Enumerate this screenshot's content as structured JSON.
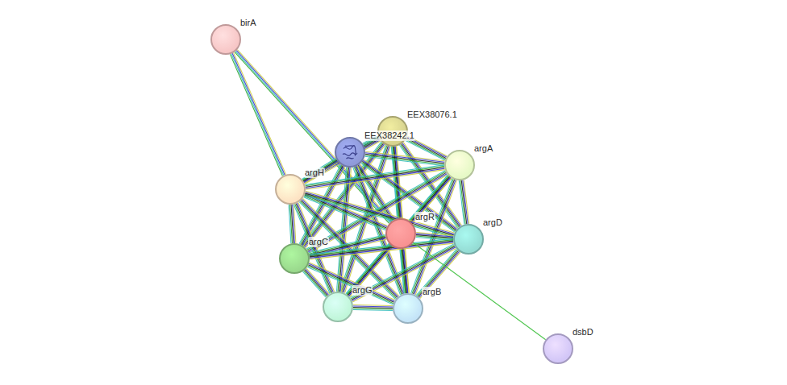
{
  "diagram": {
    "nodes": [
      {
        "text": [
          "birA"
        ]
      },
      {
        "text": [
          "EEX38076.1"
        ]
      },
      {
        "text": [
          "EEX38242.1"
        ]
      },
      {
        "text": [
          "argA"
        ]
      },
      {
        "text": [
          "argH"
        ]
      },
      {
        "text": [
          "argR"
        ]
      },
      {
        "text": [
          "argD"
        ]
      },
      {
        "text": [
          "argC"
        ]
      },
      {
        "text": [
          "argG"
        ]
      },
      {
        "text": [
          "argB"
        ]
      },
      {
        "text": [
          "dsbD"
        ]
      }
    ],
    "edges": [
      {
        "from": 0,
        "to": 4,
        "arrow": "none"
      },
      {
        "from": 0,
        "to": 5,
        "arrow": "none"
      },
      {
        "from": 1,
        "to": 2,
        "arrow": "none"
      },
      {
        "from": 1,
        "to": 3,
        "arrow": "none"
      },
      {
        "from": 1,
        "to": 4,
        "arrow": "none"
      },
      {
        "from": 1,
        "to": 5,
        "arrow": "none"
      },
      {
        "from": 1,
        "to": 6,
        "arrow": "none"
      },
      {
        "from": 1,
        "to": 7,
        "arrow": "none"
      },
      {
        "from": 1,
        "to": 8,
        "arrow": "none"
      },
      {
        "from": 1,
        "to": 9,
        "arrow": "none"
      },
      {
        "from": 2,
        "to": 3,
        "arrow": "none"
      },
      {
        "from": 2,
        "to": 4,
        "arrow": "none"
      },
      {
        "from": 2,
        "to": 5,
        "arrow": "none"
      },
      {
        "from": 2,
        "to": 6,
        "arrow": "none"
      },
      {
        "from": 2,
        "to": 7,
        "arrow": "none"
      },
      {
        "from": 2,
        "to": 8,
        "arrow": "none"
      },
      {
        "from": 2,
        "to": 9,
        "arrow": "none"
      },
      {
        "from": 3,
        "to": 4,
        "arrow": "none"
      },
      {
        "from": 3,
        "to": 5,
        "arrow": "none"
      },
      {
        "from": 3,
        "to": 6,
        "arrow": "none"
      },
      {
        "from": 3,
        "to": 7,
        "arrow": "none"
      },
      {
        "from": 3,
        "to": 8,
        "arrow": "none"
      },
      {
        "from": 3,
        "to": 9,
        "arrow": "none"
      },
      {
        "from": 4,
        "to": 5,
        "arrow": "none"
      },
      {
        "from": 4,
        "to": 6,
        "arrow": "none"
      },
      {
        "from": 4,
        "to": 7,
        "arrow": "none"
      },
      {
        "from": 4,
        "to": 8,
        "arrow": "none"
      },
      {
        "from": 4,
        "to": 9,
        "arrow": "none"
      },
      {
        "from": 5,
        "to": 6,
        "arrow": "none"
      },
      {
        "from": 5,
        "to": 7,
        "arrow": "none"
      },
      {
        "from": 5,
        "to": 8,
        "arrow": "none"
      },
      {
        "from": 5,
        "to": 9,
        "arrow": "none"
      },
      {
        "from": 6,
        "to": 7,
        "arrow": "none"
      },
      {
        "from": 6,
        "to": 8,
        "arrow": "none"
      },
      {
        "from": 6,
        "to": 9,
        "arrow": "none"
      },
      {
        "from": 7,
        "to": 8,
        "arrow": "none"
      },
      {
        "from": 7,
        "to": 9,
        "arrow": "none"
      },
      {
        "from": 8,
        "to": 9,
        "arrow": "none"
      },
      {
        "from": 5,
        "to": 10,
        "arrow": "none"
      }
    ]
  }
}
